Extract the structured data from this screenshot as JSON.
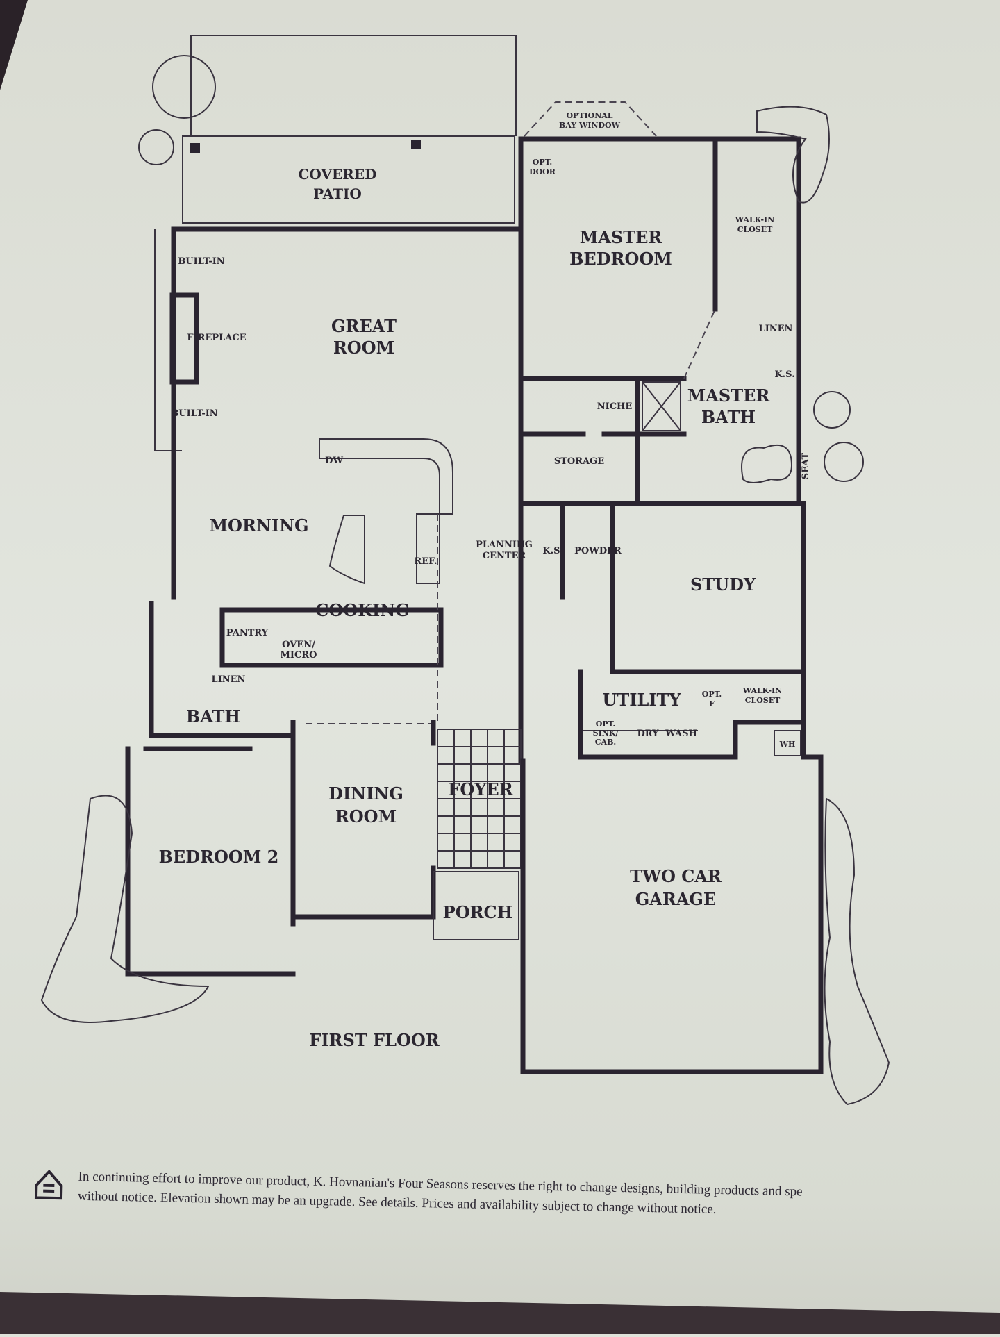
{
  "plan_title": "FIRST FLOOR",
  "labels": {
    "covered_patio": [
      "COVERED",
      "PATIO"
    ],
    "optional_bay_window": [
      "OPTIONAL",
      "BAY WINDOW"
    ],
    "opt_door": [
      "OPT.",
      "DOOR"
    ],
    "master_bedroom": [
      "MASTER",
      "BEDROOM"
    ],
    "walk_in_closet_master": [
      "WALK-IN",
      "CLOSET"
    ],
    "great_room": [
      "GREAT",
      "ROOM"
    ],
    "built_in_top": "BUILT-IN",
    "fireplace": "FIREPLACE",
    "built_in_bottom": "BUILT-IN",
    "linen_master": "LINEN",
    "ks_master": "K.S.",
    "niche": "NICHE",
    "master_bath": [
      "MASTER",
      "BATH"
    ],
    "storage": "STORAGE",
    "seat": "SEAT",
    "dw": "DW",
    "morning": "MORNING",
    "ref": "REF.",
    "planning_center": [
      "PLANNING",
      "CENTER"
    ],
    "ks_planning": "K.S.",
    "powder": "POWDER",
    "study": "STUDY",
    "cooking": "COOKING",
    "pantry": "PANTRY",
    "oven_micro": [
      "OVEN/",
      "MICRO"
    ],
    "linen_bath": "LINEN",
    "bath": "BATH",
    "utility": "UTILITY",
    "opt_f": [
      "OPT.",
      "F"
    ],
    "walk_in_closet_utility": [
      "WALK-IN",
      "CLOSET"
    ],
    "opt_sink_cab": [
      "OPT.",
      "SINK/",
      "CAB."
    ],
    "dry": "DRY",
    "wash": "WASH",
    "wh": "WH",
    "foyer": "FOYER",
    "dining_room": [
      "DINING",
      "ROOM"
    ],
    "bedroom_2": "BEDROOM 2",
    "two_car_garage": [
      "TWO CAR",
      "GARAGE"
    ],
    "porch": "PORCH"
  },
  "disclaimer": {
    "line1": "In continuing effort to improve our product, K. Hovnanian's Four Seasons reserves the right to change designs, building products and spe",
    "line2": "without notice. Elevation shown may be an upgrade. See details. Prices and availability subject to change without notice.",
    "icon": "equal-housing-icon"
  },
  "colors": {
    "paper": "#dfe2da",
    "ink": "#2a2430"
  }
}
